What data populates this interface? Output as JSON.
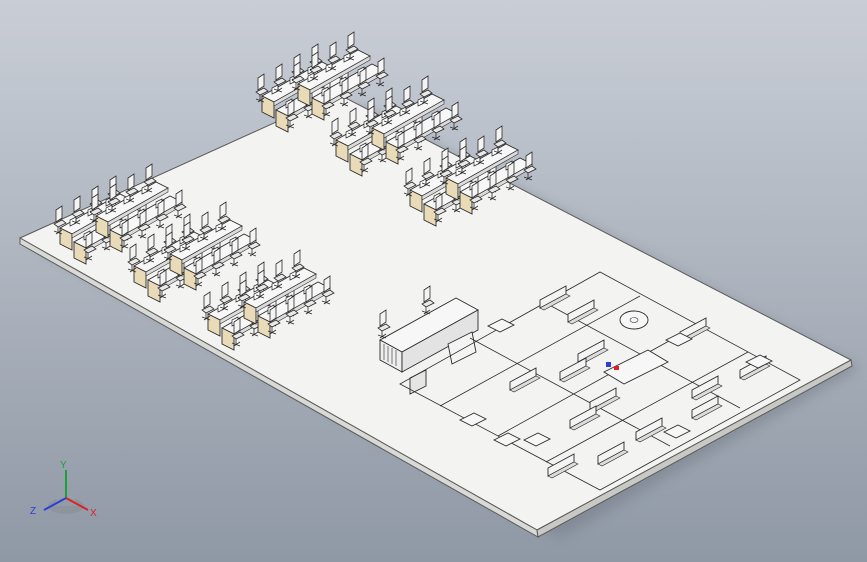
{
  "viewport": {
    "background_top": "#c9ced6",
    "background_bottom": "#8f98a5",
    "floor_color": "#f3f3f1",
    "floor_edge_color": "#5a5a5a",
    "furniture_line_color": "#2b2b2b",
    "wood_color": "#eadbb8"
  },
  "triad": {
    "x_label": "X",
    "y_label": "Y",
    "z_label": "Z",
    "x_color": "#d8232a",
    "y_color": "#19a13b",
    "z_color": "#2b3fd6"
  }
}
